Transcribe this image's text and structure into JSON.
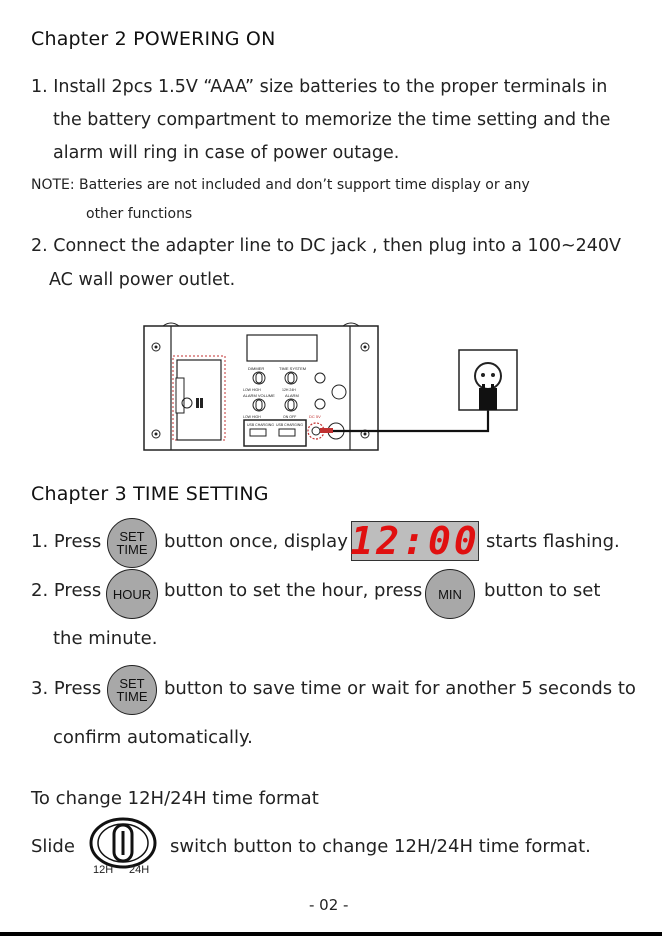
{
  "ch2": {
    "title": "Chapter 2 POWERING ON",
    "step1_line1": "1. Install 2pcs 1.5V “AAA” size batteries to the proper terminals in",
    "step1_line2": "the battery compartment to memorize the time setting and the",
    "step1_line3": "alarm will ring in case of power outage.",
    "note_line1": "NOTE: Batteries are not included and don’t support time display or any",
    "note_line2": "other functions",
    "step2_line1": "2. Connect the adapter line to DC jack , then plug into a 100~240V",
    "step2_line2": "AC wall  power outlet."
  },
  "device": {
    "dimmer": "DIMMER",
    "time_system": "TIME SYSTEM",
    "low_high": "LOW    HIGH",
    "h12_24": "12H   24H",
    "alarm_volume": "ALARM VOLUME",
    "alarm": "ALARM",
    "low_high2": "LOW  HIGH",
    "on_off": "ON  OFF",
    "usb1": "USB CHARGING",
    "usb2": "USB CHARGING",
    "dc": "DC 5V"
  },
  "ch3": {
    "title": "Chapter 3 TIME SETTING",
    "s1_press": "1. Press",
    "s1_mid": "button once, display",
    "s1_end": "starts flashing.",
    "display_time": "12:00",
    "s2_press": "2. Press",
    "s2_mid": "button to set the hour, press",
    "s2_end": "button to set",
    "s2_line2": "the minute.",
    "s3_press": "3. Press",
    "s3_mid": "button to save time or wait for another 5 seconds to",
    "s3_line2": "confirm automatically.",
    "format_title": "To change 12H/24H time format",
    "slide": "Slide",
    "slide_text": "switch button to change 12H/24H time format.",
    "h12": "12H",
    "h24": "24H"
  },
  "buttons": {
    "set_top": "SET",
    "set_bottom": "TIME",
    "hour": "HOUR",
    "min": "MIN"
  },
  "page_number": "- 02 -"
}
